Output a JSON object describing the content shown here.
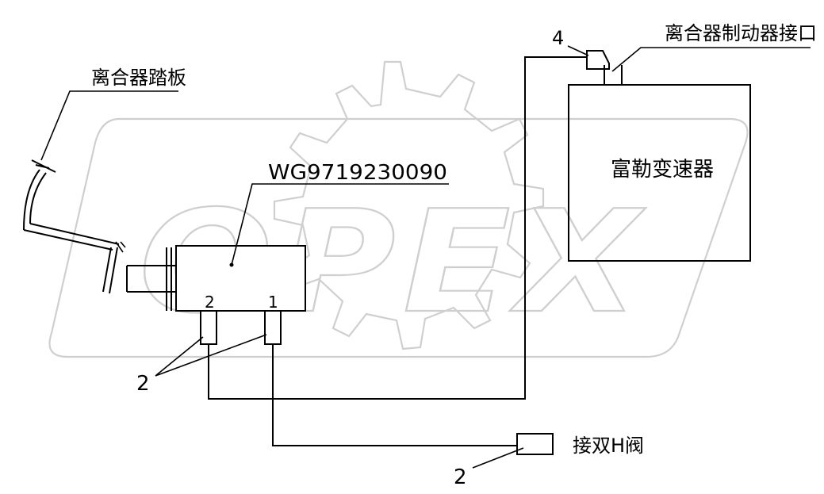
{
  "labels": {
    "clutch_pedal": "离合器踏板",
    "part_number": "WG9719230090",
    "clutch_brake_interface": "离合器制动器接口",
    "transmission": "富勒变速器",
    "double_h_valve": "接双H阀",
    "callout_4": "4",
    "callout_2_left": "2",
    "callout_2_bottom": "2",
    "port_2": "2",
    "port_1": "1"
  },
  "watermark": {
    "text": "OPEX",
    "color": "#cfcfcf"
  }
}
